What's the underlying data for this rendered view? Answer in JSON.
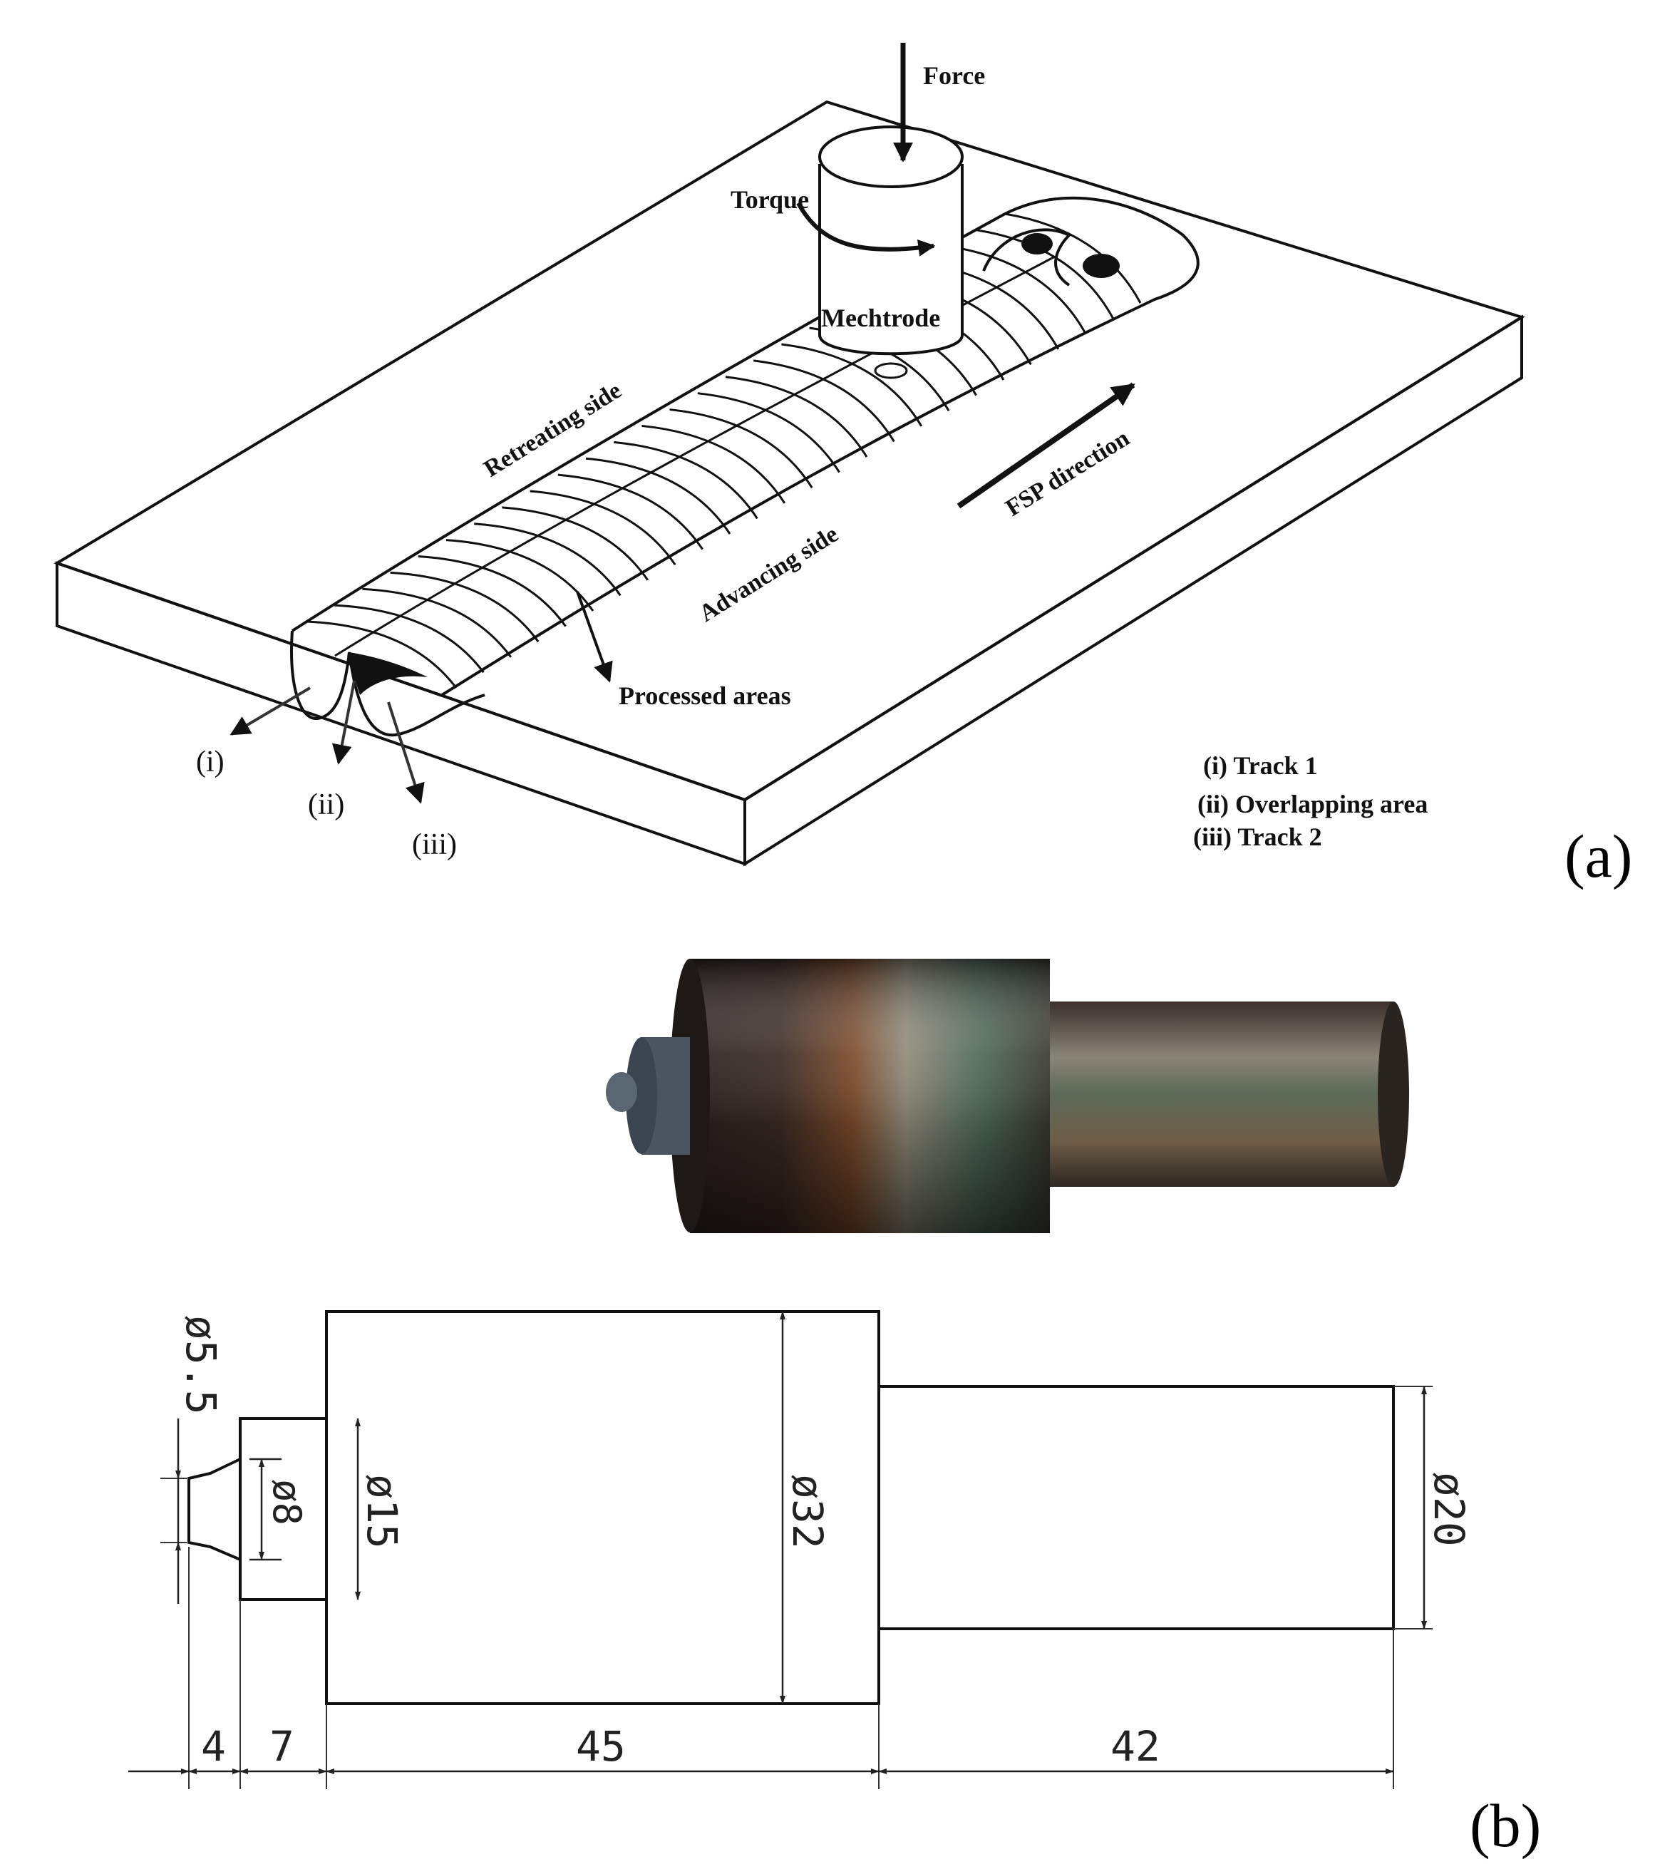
{
  "panel_a": {
    "force": "Force",
    "torque": "Torque",
    "mechtrode": "Mechtrode",
    "retreating_side": "Retreating side",
    "advancing_side": "Advancing side",
    "fsp_direction": "FSP direction",
    "processed_areas": "Processed areas",
    "marker_i": "(i)",
    "marker_ii": "(ii)",
    "marker_iii": "(iii)",
    "legend": [
      "(i) Track 1",
      "(ii) Overlapping area",
      "(iii) Track 2"
    ],
    "panel_label": "(a)"
  },
  "panel_b": {
    "diameters": [
      "ø5.5",
      "ø8",
      "ø15",
      "ø32",
      "ø20"
    ],
    "lengths": [
      "4",
      "7",
      "45",
      "42"
    ],
    "panel_label": "(b)",
    "photo_colors": {
      "dark": "#2a2220",
      "bronze": "#7a4a2a",
      "steel": "#8f8a7a",
      "teal": "#4f6a5a",
      "shoulder_tip": "#4a5560"
    }
  },
  "colors": {
    "ink": "#111111",
    "dimension": "#222222",
    "background": "#ffffff"
  }
}
